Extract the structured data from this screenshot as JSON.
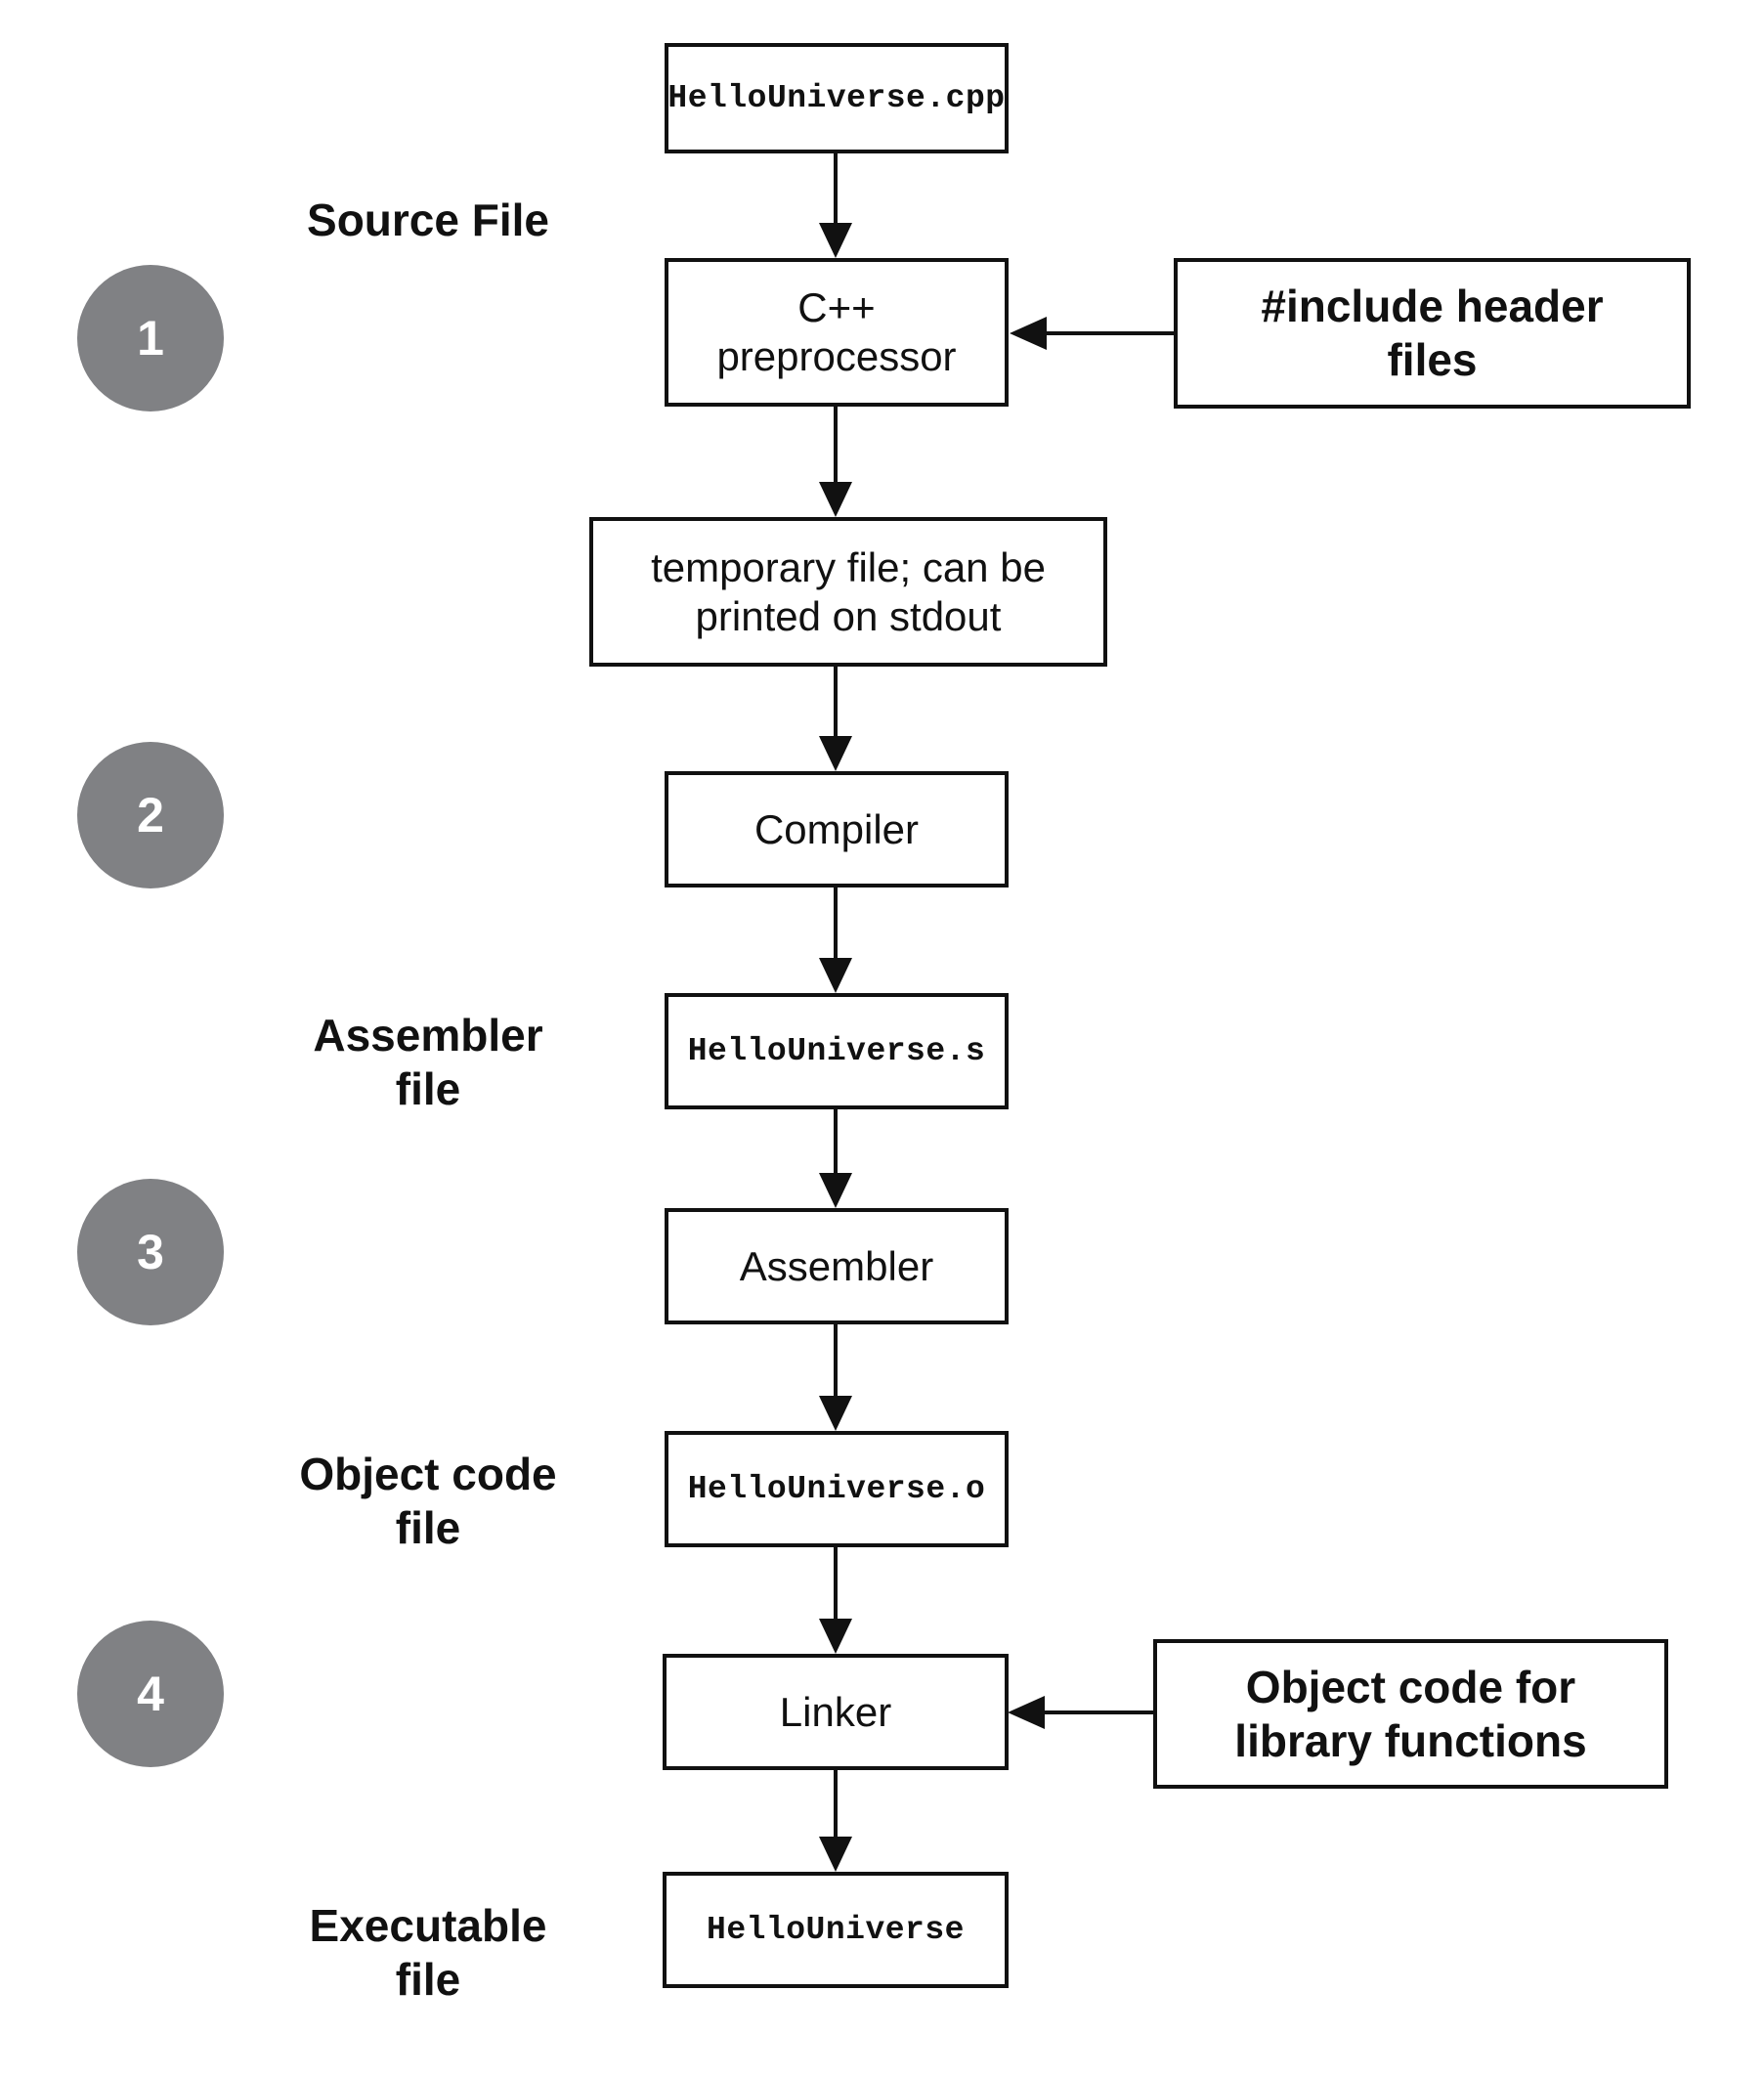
{
  "steps": [
    "1",
    "2",
    "3",
    "4"
  ],
  "side_labels": {
    "source": [
      "Source File"
    ],
    "assembler_file": [
      "Assembler",
      "file"
    ],
    "object_file": [
      "Object code",
      "file"
    ],
    "executable_file": [
      "Executable",
      "file"
    ]
  },
  "boxes": {
    "source_file": "HelloUniverse.cpp",
    "preprocessor": [
      "C++",
      "preprocessor"
    ],
    "include_headers": [
      "#include header",
      "files"
    ],
    "temporary_file": [
      "temporary file; can be",
      "printed on stdout"
    ],
    "compiler": "Compiler",
    "assembly_file": "HelloUniverse.s",
    "assembler": "Assembler",
    "object_file": "HelloUniverse.o",
    "linker": "Linker",
    "library_objects": [
      "Object code for",
      "library functions"
    ],
    "executable": "HelloUniverse"
  },
  "colors": {
    "step_circle": "#808184",
    "stroke": "#111111"
  }
}
